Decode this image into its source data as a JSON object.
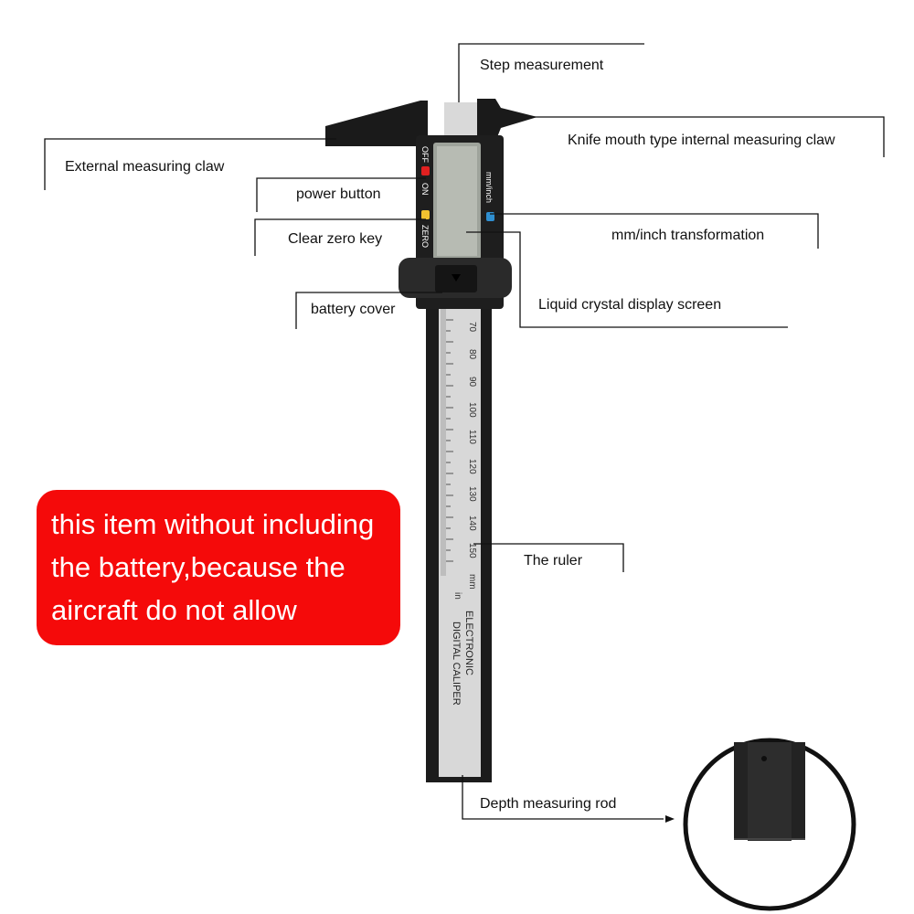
{
  "labels": {
    "step_measurement": "Step measurement",
    "knife_mouth": "Knife mouth type internal measuring claw",
    "external_claw": "External measuring claw",
    "power_button": "power button",
    "clear_zero": "Clear zero key",
    "mm_inch": "mm/inch transformation",
    "battery_cover": "battery cover",
    "lcd": "Liquid crystal display screen",
    "ruler": "The ruler",
    "depth_rod": "Depth measuring rod"
  },
  "caliper": {
    "button_off": "OFF",
    "button_on": "ON",
    "button_zero": "ZERO",
    "unit_button": "mm/inch",
    "scale_numbers": [
      "70",
      "80",
      "90",
      "100",
      "110",
      "120",
      "130",
      "140",
      "150"
    ],
    "scale_unit_mm": "mm",
    "scale_unit_in": "in",
    "brand_line1": "ELECTRONIC",
    "brand_line2": "DIGITAL CALIPER"
  },
  "notice": {
    "line1": "this item without including",
    "line2": "the battery,because the",
    "line3": "aircraft do not allow"
  },
  "colors": {
    "notice_bg": "#f50a0a",
    "off_button": "#e02020",
    "zero_button": "#f2c230",
    "unit_button": "#2f8fd0"
  }
}
